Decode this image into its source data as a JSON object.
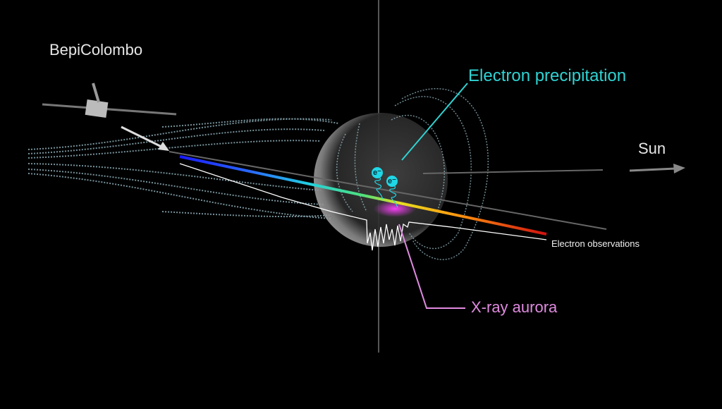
{
  "labels": {
    "spacecraft": "BepiColombo",
    "electron_precipitation": "Electron precipitation",
    "sun": "Sun",
    "electron_observations": "Electron observations",
    "xray_aurora": "X-ray aurora",
    "electron_symbol": "e⁻"
  },
  "colors": {
    "precipitation": "#2fd3d3",
    "aurora": "#e08be0",
    "field_lines": "#9fc3cf"
  }
}
